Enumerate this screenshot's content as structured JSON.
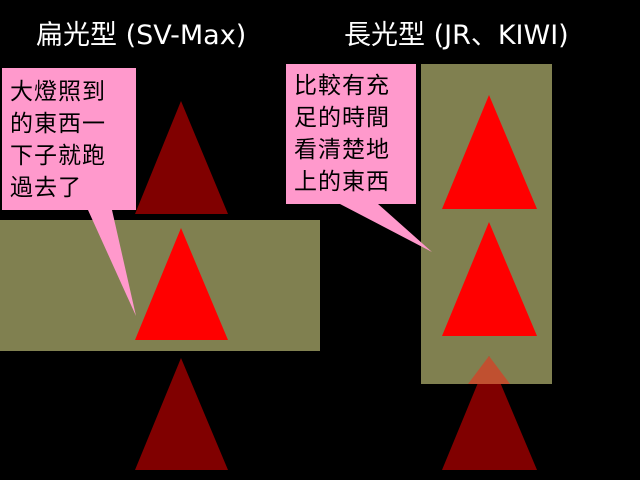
{
  "headings": {
    "left": "扁光型 (SV-Max)",
    "right": "長光型 (JR、KIWI)"
  },
  "callouts": {
    "left": [
      "大燈照到",
      "的東西一",
      "下子就跑",
      "過去了"
    ],
    "right": [
      "比較有充",
      "足的時間",
      "看清楚地",
      "上的東西"
    ]
  },
  "colors": {
    "background": "#000000",
    "beam": "#808050",
    "object_lit": "#ff0000",
    "object_dark": "#800000",
    "callout_fill": "#ff99cc",
    "text": "#ffffff"
  }
}
